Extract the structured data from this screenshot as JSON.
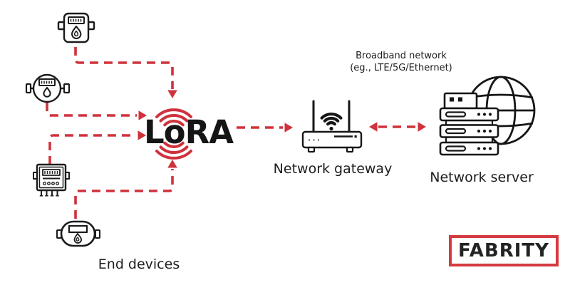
{
  "diagram": {
    "type": "lora-network-architecture",
    "labels": {
      "end_devices": "End devices",
      "network_gateway": "Network gateway",
      "network_server": "Network server",
      "broadband_network_line1": "Broadband network",
      "broadband_network_line2": "(eg., LTE/5G/Ethernet)"
    },
    "lora_logo": {
      "text": "LoRA"
    },
    "brand": {
      "text": "FABRITY"
    },
    "icons": [
      "gas-meter-icon",
      "water-meter-icon",
      "electricity-meter-icon",
      "heat-meter-icon",
      "wifi-router-icon",
      "server-globe-icon",
      "lora-radio-waves-icon"
    ],
    "connections": [
      {
        "from": "gas-meter",
        "to": "lora",
        "style": "dashed",
        "direction": "one-way"
      },
      {
        "from": "water-meter",
        "to": "lora",
        "style": "dashed",
        "direction": "one-way"
      },
      {
        "from": "electricity-meter",
        "to": "lora",
        "style": "dashed",
        "direction": "one-way"
      },
      {
        "from": "heat-meter",
        "to": "lora",
        "style": "dashed",
        "direction": "one-way"
      },
      {
        "from": "lora",
        "to": "network-gateway",
        "style": "dashed",
        "direction": "one-way"
      },
      {
        "from": "network-gateway",
        "to": "network-server",
        "style": "dashed",
        "direction": "two-way",
        "label": "Broadband network (eg., LTE/5G/Ethernet)"
      }
    ],
    "colors": {
      "accent_red": "#cf323c",
      "brand_border_red": "#d53a40",
      "ink": "#1b1b1b",
      "background": "#ffffff"
    }
  }
}
